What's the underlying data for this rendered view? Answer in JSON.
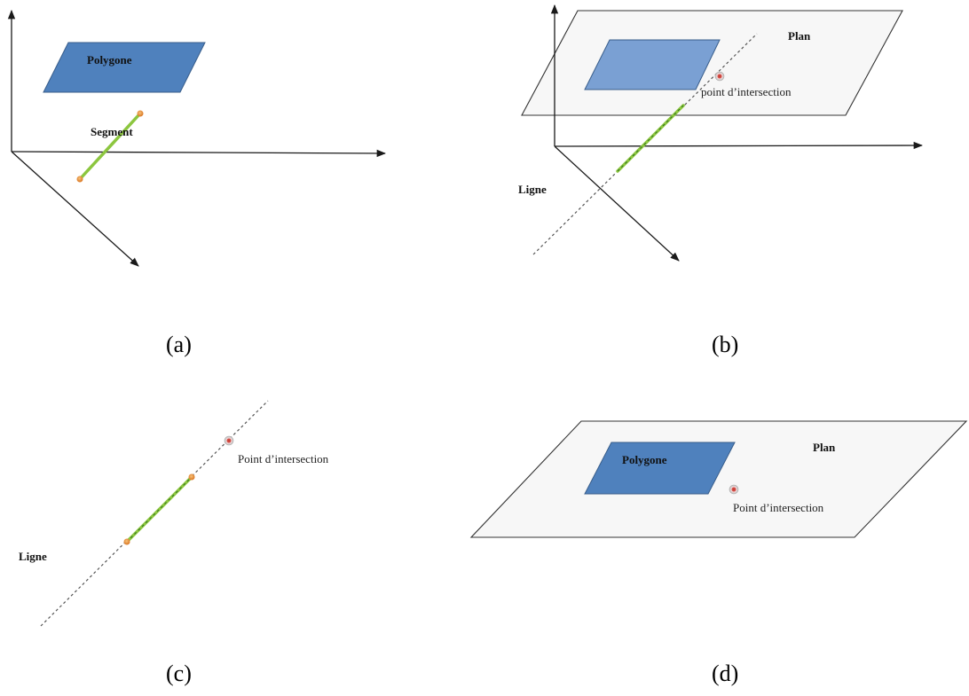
{
  "panels": {
    "a": {
      "caption": "(a)",
      "polygon_label": "Polygone",
      "segment_label": "Segment"
    },
    "b": {
      "caption": "(b)",
      "plane_label": "Plan",
      "intersection_label": "point d’intersection",
      "line_label": "Ligne"
    },
    "c": {
      "caption": "(c)",
      "intersection_label": "Point d’intersection",
      "line_label": "Ligne"
    },
    "d": {
      "caption": "(d)",
      "plane_label": "Plan",
      "polygon_label": "Polygone",
      "intersection_label": "Point d’intersection"
    }
  },
  "colors": {
    "polygon": "#4f81bd",
    "segment": "#8cc63f",
    "endpoint": "#e38b2c",
    "intersection_point": "#c0392b"
  }
}
